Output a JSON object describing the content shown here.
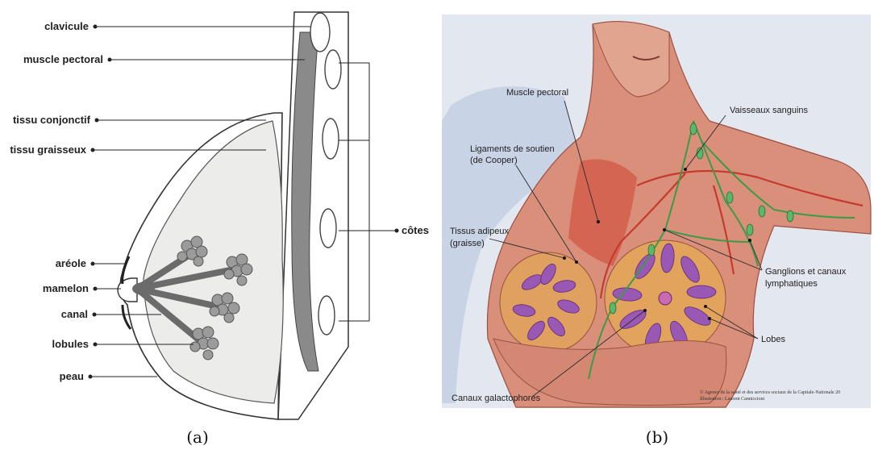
{
  "panel_a": {
    "labels_left": [
      "clavicule",
      "muscle pectoral",
      "tissu conjonctif",
      "tissu graisseux",
      "aréole",
      "mamelon",
      "canal",
      "lobules",
      "peau"
    ],
    "label_right": "côtes",
    "caption": "(a)"
  },
  "panel_b": {
    "labels": [
      "Muscle pectoral",
      "Vaisseaux sanguins",
      "Ligaments de soutien",
      "(de Cooper)",
      "Tissus adipeux",
      "(graisse)",
      "Ganglions et canaux",
      "lymphatiques",
      "Lobes",
      "Canaux galactophores"
    ],
    "credit_line1": "© Agence de la santé et des services sociaux de la Capitale-Nationale 20",
    "credit_line2": "Illustration : Laurent Canniccioni",
    "caption": "(b)"
  },
  "colors": {
    "skin": "#d98f7a",
    "tissue": "#ececea",
    "lymph": "#3d9a4a",
    "vessel": "#c63a2e",
    "lobes": "#8a4fa8"
  }
}
